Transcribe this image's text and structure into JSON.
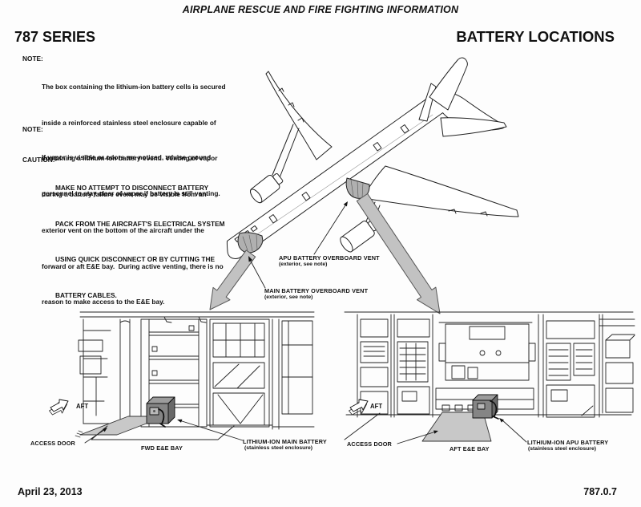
{
  "page": {
    "header_title": "AIRPLANE RESCUE AND FIRE FIGHTING INFORMATION",
    "series_title": "787 SERIES",
    "section_title": "BATTERY LOCATIONS",
    "footer_date": "April 23, 2013",
    "footer_doc_number": "787.0.7"
  },
  "notes": {
    "note1_label": "NOTE:",
    "note1_lines": [
      "The box containing the lithium-ion battery cells is secured",
      "inside a reinforced stainless steel enclosure capable of",
      "containing a lithium-ion battery event.  Venting of vapor",
      "during a battery failure event may be visible from an",
      "exterior vent on the bottom of the aircraft under the",
      "forward or aft E&E bay.  During active venting, there is no",
      "reason to make access to the E&E bay."
    ],
    "note2_label": "NOTE:",
    "note2_lines": [
      "If vapor is visible or odors are noticed, advise ground",
      "personnel to stay clear of vapor if battery is still venting."
    ],
    "caution_label": "CAUTION:",
    "caution_lines": [
      "MAKE NO ATTEMPT TO DISCONNECT BATTERY",
      "PACK FROM THE AIRCRAFT'S ELECTRICAL SYSTEM",
      "USING QUICK DISCONNECT OR BY CUTTING THE",
      "BATTERY CABLES."
    ]
  },
  "airplane": {
    "apu_vent_label_line1": "APU BATTERY OVERBOARD VENT",
    "apu_vent_label_line2": "(exterior, see note)",
    "main_vent_label_line1": "MAIN BATTERY OVERBOARD VENT",
    "main_vent_label_line2": "(exterior, see note)"
  },
  "fwd_bay": {
    "direction_label": "AFT",
    "access_door_label": "ACCESS DOOR",
    "bay_label": "FWD E&E BAY",
    "battery_label_line1": "LITHIUM-ION MAIN BATTERY",
    "battery_label_line2": "(stainless steel enclosure)"
  },
  "aft_bay": {
    "direction_label": "AFT",
    "access_door_label": "ACCESS DOOR",
    "bay_label": "AFT E&E BAY",
    "battery_label_line1": "LITHIUM-ION APU BATTERY",
    "battery_label_line2": "(stainless steel enclosure)"
  },
  "colors": {
    "ink": "#1a1a1a",
    "vent_gray": "#b0b0b0",
    "arrow_gray": "#c2c2c2",
    "floor_gray": "#c8c8c8",
    "battery_front_gray": "#858585",
    "battery_top_gray": "#9c9c9c",
    "battery_side_gray": "#696969"
  }
}
